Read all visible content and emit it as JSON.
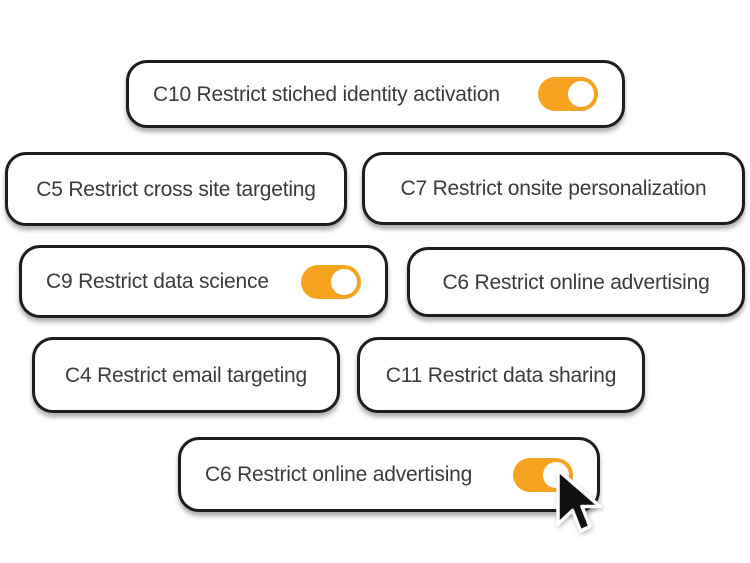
{
  "colors": {
    "card_background": "#ffffff",
    "card_border": "#1d1d1d",
    "label_text": "#3b3b3b",
    "toggle_on": "#f6a41f",
    "toggle_knob": "#ffffff",
    "cursor_fill": "#101010",
    "cursor_outline": "#ffffff"
  },
  "cards": [
    {
      "label": "C10 Restrict stiched identity activation",
      "has_toggle": true,
      "toggle_state": "on"
    },
    {
      "label": "C5 Restrict cross site targeting",
      "has_toggle": false,
      "toggle_state": null
    },
    {
      "label": "C7 Restrict onsite personalization",
      "has_toggle": false,
      "toggle_state": null
    },
    {
      "label": "C9 Restrict data science",
      "has_toggle": true,
      "toggle_state": "on"
    },
    {
      "label": "C6 Restrict online advertising",
      "has_toggle": false,
      "toggle_state": null
    },
    {
      "label": "C4 Restrict email targeting",
      "has_toggle": false,
      "toggle_state": null
    },
    {
      "label": "C11 Restrict data sharing",
      "has_toggle": false,
      "toggle_state": null
    },
    {
      "label": "C6 Restrict online advertising",
      "has_toggle": true,
      "toggle_state": "on"
    }
  ],
  "cursor": {
    "type": "arrow-pointer"
  }
}
